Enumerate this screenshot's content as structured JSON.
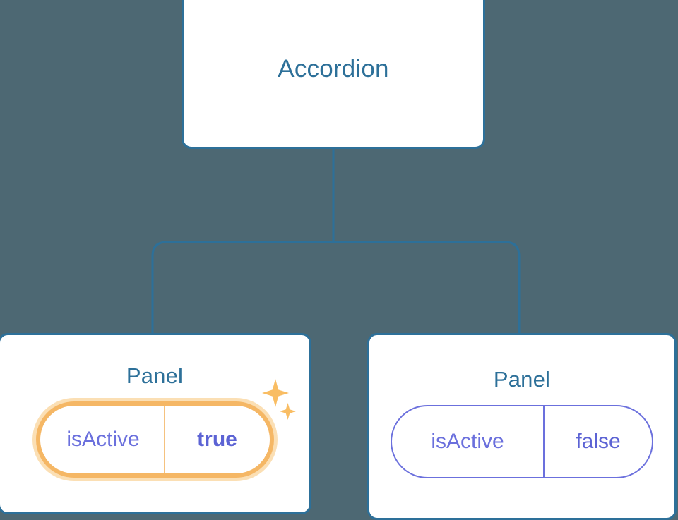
{
  "diagram": {
    "type": "component-tree",
    "background_color": "#4d6873",
    "node_border_color": "#2d7099",
    "node_title_color": "#2d7099",
    "connector_color": "#2d7099",
    "prop_text_color": "#6b70dd",
    "highlight_color": "#f5b765",
    "highlight_glow_color": "#fbdfb4",
    "sparkle_color": "#f9bd63",
    "root": {
      "title": "Accordion"
    },
    "children": [
      {
        "title": "Panel",
        "highlighted": true,
        "sparkle_icons": [
          "sparkle-large-icon",
          "sparkle-small-icon"
        ],
        "props": [
          {
            "key": "isActive",
            "value": "true"
          }
        ]
      },
      {
        "title": "Panel",
        "highlighted": false,
        "props": [
          {
            "key": "isActive",
            "value": "false"
          }
        ]
      }
    ]
  }
}
